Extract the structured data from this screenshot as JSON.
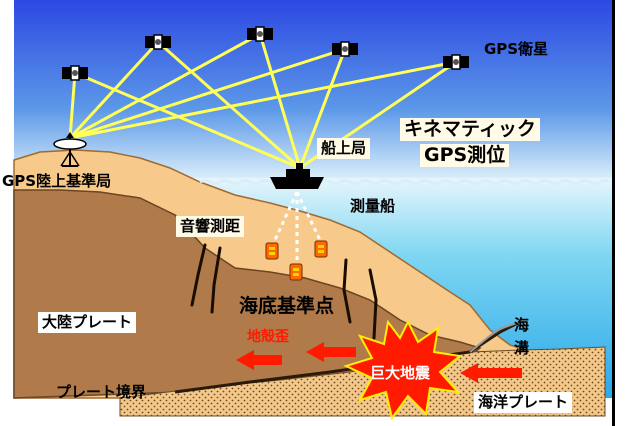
{
  "labels": {
    "gps_satellites": "GPS衛星",
    "onboard_station": "船上局",
    "kinematic_line1": "キネマティック",
    "kinematic_line2": "GPS測位",
    "land_station": "GPS陸上基準局",
    "survey_ship": "測量船",
    "acoustic_ranging": "音響測距",
    "seafloor_points": "海底基準点",
    "continental_plate": "大陸プレート",
    "crustal_strain": "地殻歪",
    "trench_line1": "海",
    "trench_line2": "溝",
    "plate_boundary": "プレート境界",
    "great_earthquake": "巨大地震",
    "oceanic_plate": "海洋プレート"
  },
  "colors": {
    "sky": "#2c48e2",
    "sea": "#7fd6f2",
    "land": "#f7c98a",
    "crust": "#b07a4a",
    "oceanic_plate": "#f4c889",
    "signal_lines": "#ffff55",
    "strain_arrow": "#ff1a00",
    "quake": "#ff1a00"
  },
  "icons": [
    "satellite-icon",
    "ship-icon",
    "ground-antenna-icon",
    "transponder-icon",
    "arrow-icon",
    "explosion-icon"
  ]
}
